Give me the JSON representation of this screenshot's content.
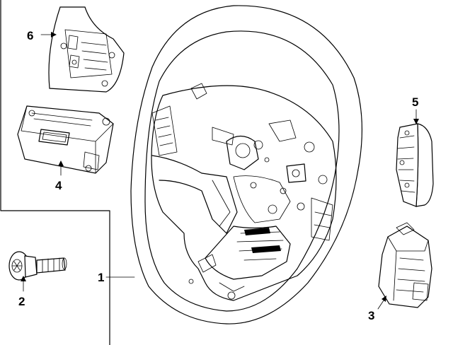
{
  "diagram": {
    "callouts": [
      {
        "id": "1",
        "label": "1"
      },
      {
        "id": "2",
        "label": "2"
      },
      {
        "id": "3",
        "label": "3"
      },
      {
        "id": "4",
        "label": "4"
      },
      {
        "id": "5",
        "label": "5"
      },
      {
        "id": "6",
        "label": "6"
      }
    ],
    "colors": {
      "line": "#000000",
      "background": "#ffffff"
    },
    "parts": [
      "steering-wheel",
      "mounting-bolt",
      "switch-module-3",
      "switch-module-4",
      "trim-bezel-5",
      "switch-bracket-6"
    ]
  }
}
